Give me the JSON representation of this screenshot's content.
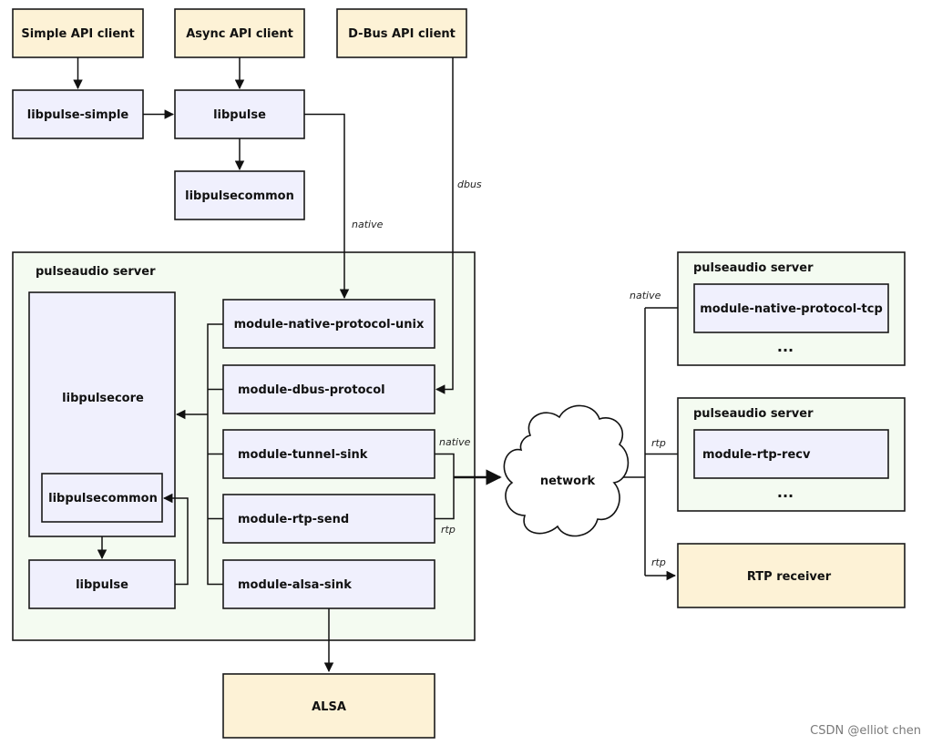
{
  "clients": {
    "simple": "Simple API client",
    "async": "Async API client",
    "dbus": "D-Bus API client"
  },
  "libs": {
    "libpulse_simple": "libpulse-simple",
    "libpulse": "libpulse",
    "libpulsecommon": "libpulsecommon"
  },
  "server": {
    "title": "pulseaudio server",
    "libpulsecore": "libpulsecore",
    "libpulsecommon": "libpulsecommon",
    "libpulse": "libpulse",
    "modules": [
      "module-native-protocol-unix",
      "module-dbus-protocol",
      "module-tunnel-sink",
      "module-rtp-send",
      "module-alsa-sink"
    ]
  },
  "alsa": "ALSA",
  "network": "network",
  "remote": {
    "server1_title": "pulseaudio server",
    "server1_module": "module-native-protocol-tcp",
    "server2_title": "pulseaudio server",
    "server2_module": "module-rtp-recv",
    "dots": "...",
    "rtp_receiver": "RTP receiver"
  },
  "edge_labels": {
    "native": "native",
    "dbus": "dbus",
    "native_tunnel": "native",
    "rtp_send": "rtp",
    "native_remote": "native",
    "rtp_remote1": "rtp",
    "rtp_remote2": "rtp"
  },
  "watermark": "CSDN @elliot chen",
  "colors": {
    "client_fill": "#fdf2d6",
    "lib_fill": "#f0f0fd",
    "server_fill": "#f4fbf1"
  }
}
